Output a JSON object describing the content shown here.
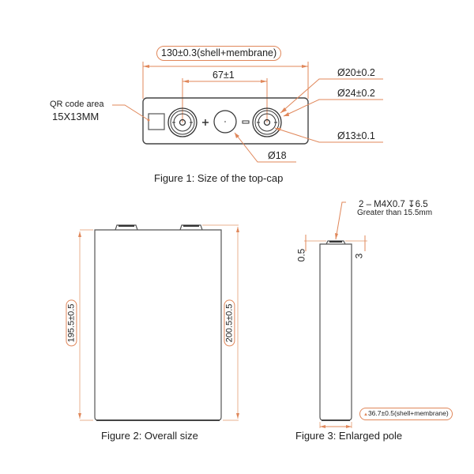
{
  "figure1": {
    "caption": "Figure 1: Size of the top-cap",
    "overall_width": "130±0.3(shell+membrane)",
    "pole_spacing": "67±1",
    "qr_label_line1": "QR code area",
    "qr_label_line2": "15X13MM",
    "dia_20": "Ø20±0.2",
    "dia_24": "Ø24±0.2",
    "dia_13": "Ø13±0.1",
    "dia_18": "Ø18",
    "positive_symbol": "+",
    "negative_symbol": "−"
  },
  "figure2": {
    "caption": "Figure 2: Overall size",
    "height_left": "195.5±0.5",
    "height_right": "200.5±0.5"
  },
  "figure3": {
    "caption": "Figure 3: Enlarged pole",
    "thread_spec": "2 – M4X0.7 ↧6.5",
    "thread_note": "Greater than 15.5mm",
    "pole_height": "0.5",
    "shoulder": "3",
    "thickness": "36.7±0.5(shell+membrane)"
  },
  "colors": {
    "dimension": "#e0875a",
    "outline": "#555555",
    "text": "#222222"
  }
}
